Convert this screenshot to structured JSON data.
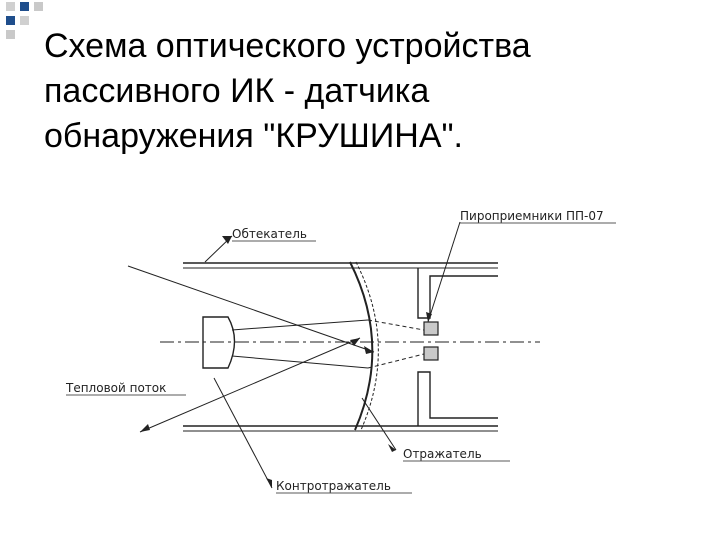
{
  "title_lines": [
    "Схема оптического устройства",
    "пассивного ИК - датчика",
    "обнаружения \"КРУШИНА\"."
  ],
  "labels": {
    "fairing": "Обтекатель",
    "pyroreceivers": "Пироприемники ПП-07",
    "heat_flow": "Тепловой поток",
    "reflector": "Отражатель",
    "counter_reflector": "Контротражатель"
  },
  "colors": {
    "ink": "#222222",
    "accent": "#1f4e8c",
    "square_gray": "#c9c9c9"
  }
}
